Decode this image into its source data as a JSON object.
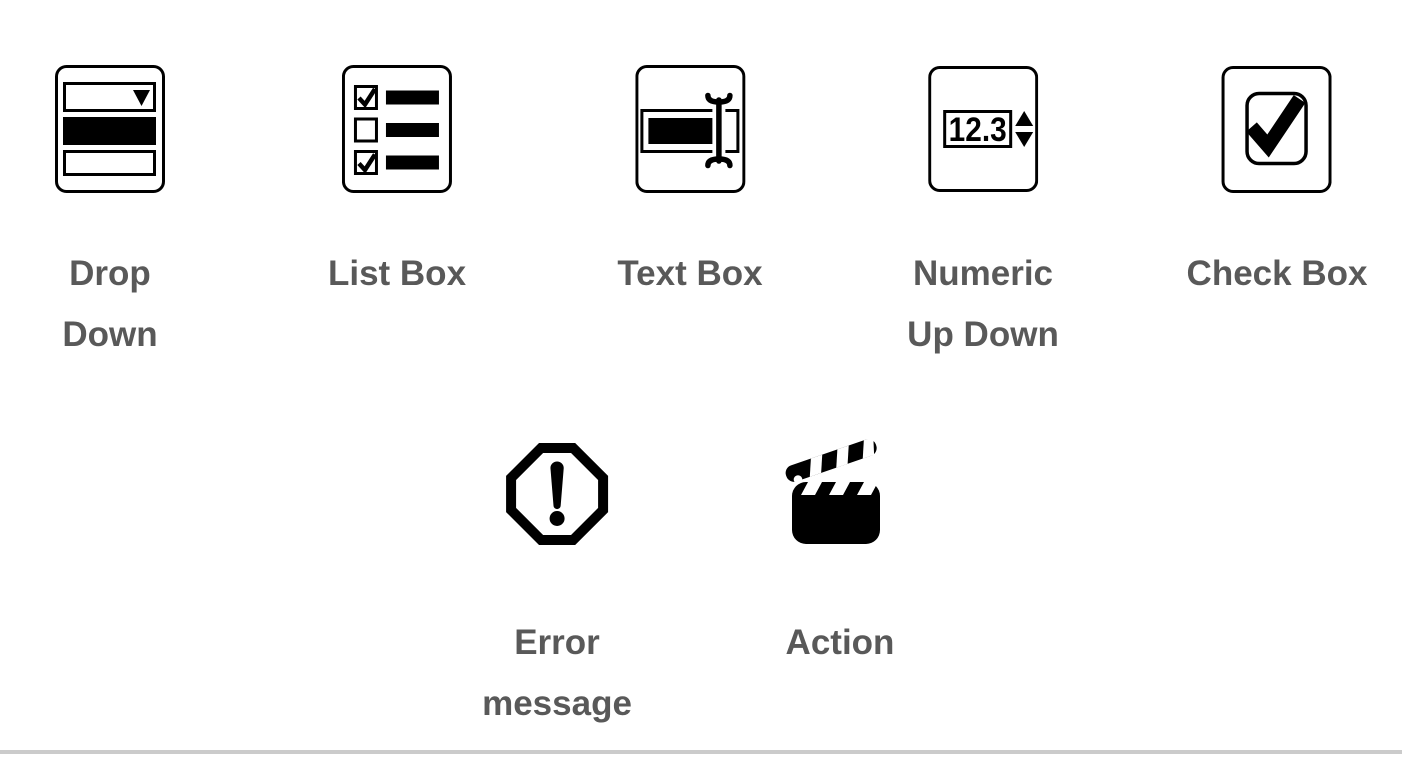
{
  "colors": {
    "icon": "#000000",
    "label": "#595959",
    "divider": "#cbcbcb",
    "background": "#ffffff"
  },
  "items": [
    {
      "id": "drop-down",
      "label": "Drop Down",
      "lines": [
        "Drop",
        "Down"
      ],
      "icon": "drop-down-icon"
    },
    {
      "id": "list-box",
      "label": "List Box",
      "lines": [
        "List Box"
      ],
      "icon": "list-box-icon"
    },
    {
      "id": "text-box",
      "label": "Text Box",
      "lines": [
        "Text Box"
      ],
      "icon": "text-box-icon"
    },
    {
      "id": "numeric-up-down",
      "label": "Numeric Up Down",
      "lines": [
        "Numeric",
        "Up Down"
      ],
      "icon": "numeric-up-down-icon",
      "value": "12.3"
    },
    {
      "id": "check-box",
      "label": "Check Box",
      "lines": [
        "Check Box"
      ],
      "icon": "check-box-icon"
    },
    {
      "id": "error-message",
      "label": "Error message",
      "lines": [
        "Error",
        "message"
      ],
      "icon": "error-octagon-icon"
    },
    {
      "id": "action",
      "label": "Action",
      "lines": [
        "Action"
      ],
      "icon": "clapperboard-icon"
    }
  ]
}
